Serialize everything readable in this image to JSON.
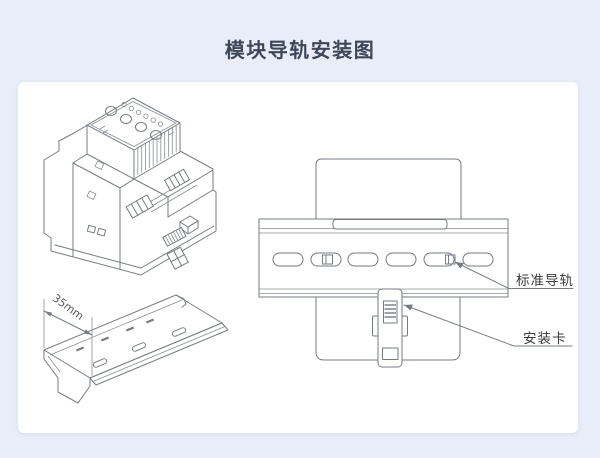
{
  "page": {
    "title": "模块导轨安装图"
  },
  "colors": {
    "background": "#e8edf8",
    "panel": "#ffffff",
    "line": "#767b84",
    "title_text": "#3e4757",
    "label_text": "#3b3b3b"
  },
  "labels": {
    "rail_dimension": "35mm",
    "standard_rail": "标准导轨",
    "mounting_clip": "安装卡"
  }
}
